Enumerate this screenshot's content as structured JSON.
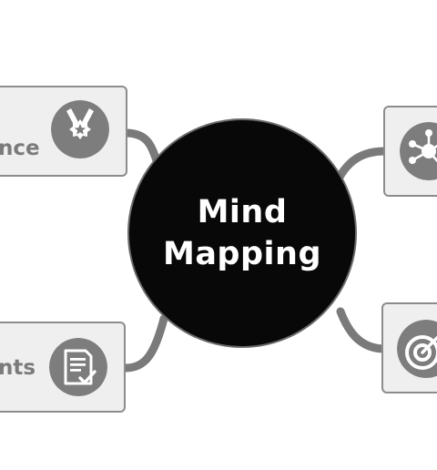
{
  "center": {
    "line1": "Mind",
    "line2": "Mapping"
  },
  "branches": {
    "top_left": {
      "label": "nce",
      "icon": "award-medal-icon"
    },
    "bottom_left": {
      "label": "nts",
      "icon": "document-checkmark-icon"
    },
    "top_right": {
      "label": "",
      "icon": "network-hub-icon"
    },
    "bottom_right": {
      "label": "",
      "icon": "target-arrow-icon"
    }
  },
  "colors": {
    "center_fill": "#080808",
    "center_text": "#ffffff",
    "box_fill": "#efefef",
    "box_border": "#8c8c8c",
    "icon_fill": "#7d7d7d",
    "connector": "#7a7a7a",
    "label_text": "#7b7b7b"
  }
}
